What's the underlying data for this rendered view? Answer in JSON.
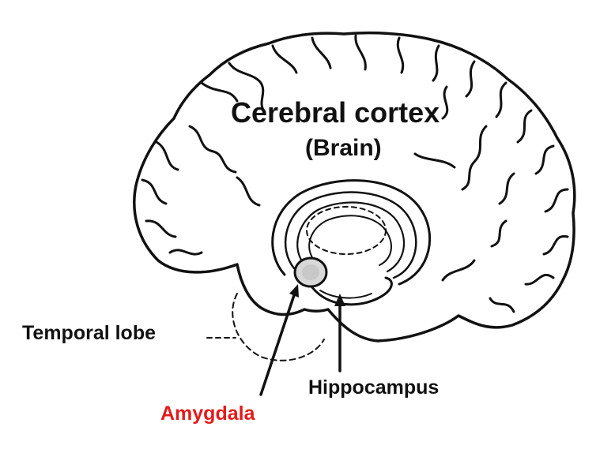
{
  "diagram": {
    "title_line1": "Cerebral cortex",
    "title_line2": "(Brain)",
    "labels": {
      "temporal_lobe": "Temporal lobe",
      "hippocampus": "Hippocampus",
      "amygdala": "Amygdala"
    },
    "colors": {
      "line": "#111111",
      "text": "#111111",
      "amygdala_label": "#e31b1b",
      "amygdala_fill": "#d8d8d8",
      "background": "#ffffff"
    }
  }
}
